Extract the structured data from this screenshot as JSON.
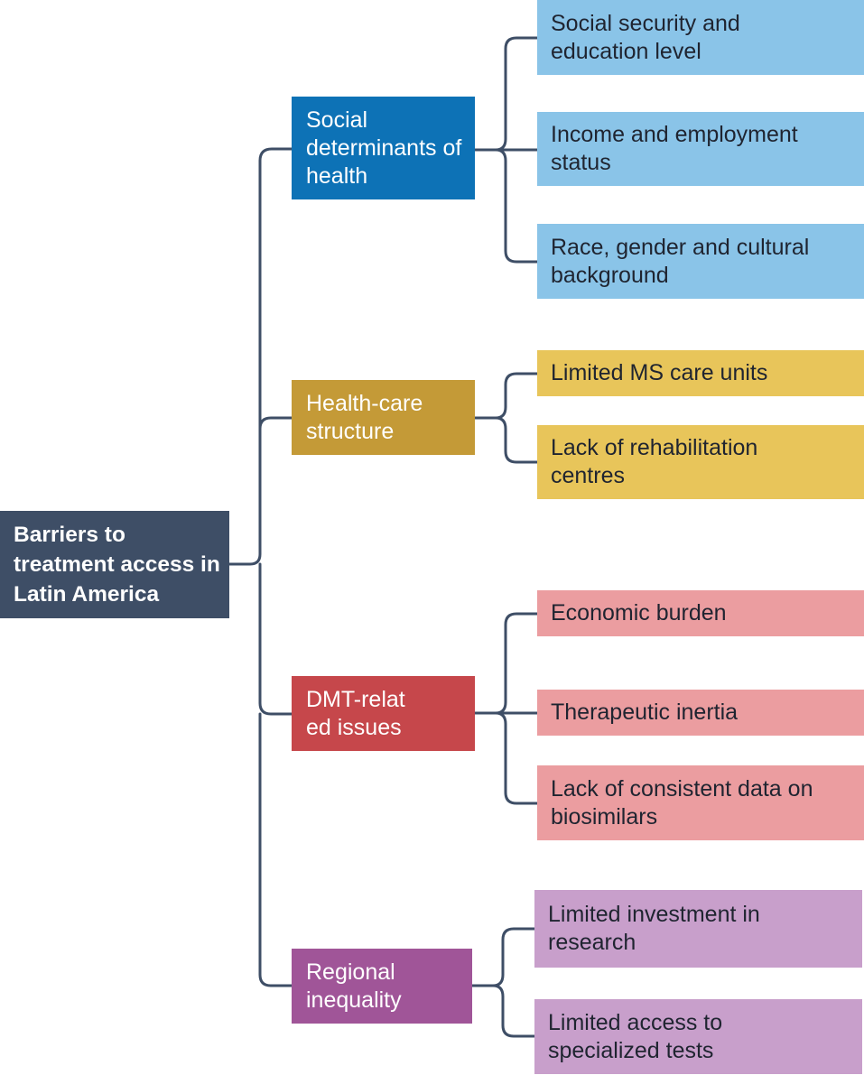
{
  "diagram": {
    "root": {
      "label": "Barriers to treatment access in Latin America"
    },
    "categories": [
      {
        "label": "Social determinants of health",
        "color": "#0d72b6",
        "items": [
          "Social security and education level",
          "Income and employment status",
          "Race, gender and cultural background"
        ]
      },
      {
        "label": "Health-care structure",
        "color": "#c49a37",
        "items": [
          "Limited MS care units",
          "Lack of rehabilitation centres"
        ]
      },
      {
        "label": "DMT-related issues",
        "color": "#c6474b",
        "items": [
          "Economic burden",
          "Therapeutic inertia",
          "Lack of consistent data on biosimilars"
        ]
      },
      {
        "label": "Regional inequality",
        "color": "#a05598",
        "items": [
          "Limited investment in research",
          "Limited access to specialized tests"
        ]
      }
    ],
    "connector_color": "#3e4e66",
    "root_color": "#3e4e66"
  }
}
